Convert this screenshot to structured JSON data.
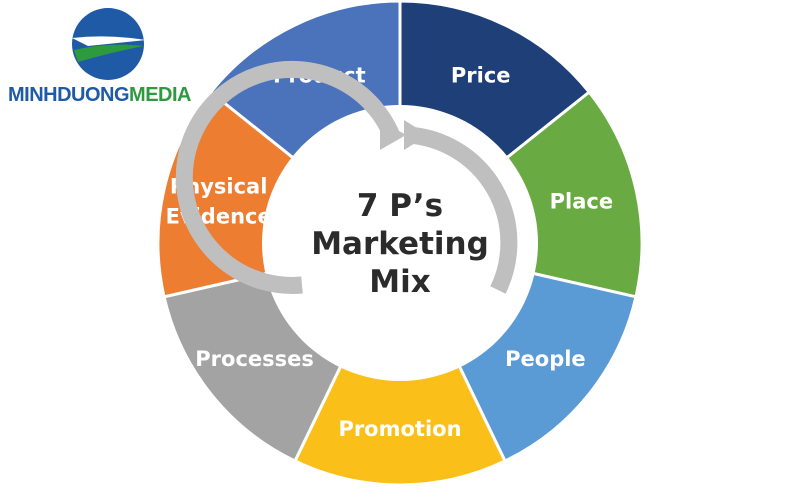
{
  "brand": {
    "part1": "MINHDUONG",
    "part2": "MEDIA",
    "color1": "#1f5aa6",
    "color2": "#2e9a3e"
  },
  "center": {
    "lines": [
      "7 P’s",
      "Marketing",
      "Mix"
    ]
  },
  "segments": [
    {
      "label": "Price",
      "lines": [
        "Price"
      ],
      "color": "#1f3f78"
    },
    {
      "label": "Place",
      "lines": [
        "Place"
      ],
      "color": "#6aaa42"
    },
    {
      "label": "People",
      "lines": [
        "People"
      ],
      "color": "#5b9bd5"
    },
    {
      "label": "Promotion",
      "lines": [
        "Promotion"
      ],
      "color": "#fbbf1a"
    },
    {
      "label": "Processes",
      "lines": [
        "Processes"
      ],
      "color": "#a3a3a3"
    },
    {
      "label": "Physical Evidence",
      "lines": [
        "Physical",
        "Evidence"
      ],
      "color": "#ed7d31"
    },
    {
      "label": "Product",
      "lines": [
        "Product"
      ],
      "color": "#4a73bc"
    }
  ]
}
